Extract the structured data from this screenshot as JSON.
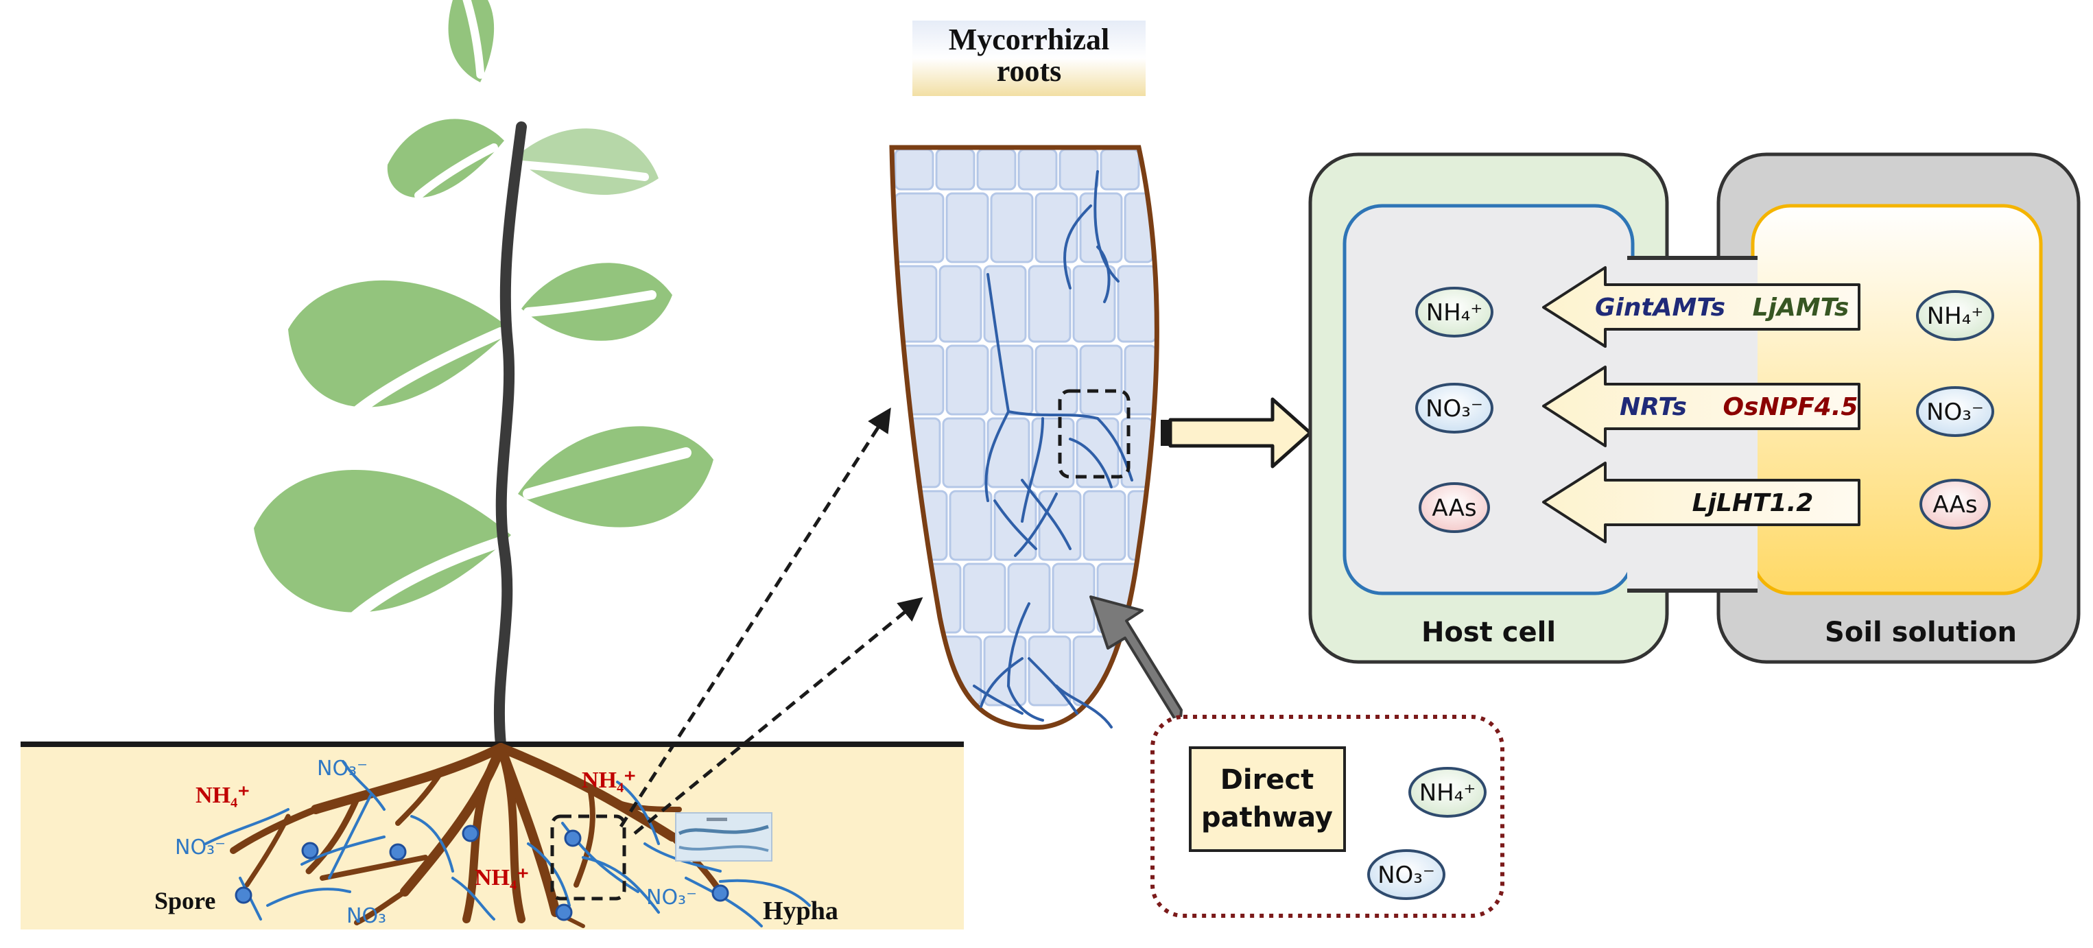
{
  "title": {
    "line1": "Mycorrhizal",
    "line2": "roots"
  },
  "soil": {
    "labels": {
      "nh4_a": "NH₄⁺",
      "no3_a": "NO₃⁻",
      "no3_b": "NO₃⁻",
      "nh4_b": "NH₄⁺",
      "nh4_c": "NH₄⁺",
      "no3_c": "NO₃",
      "no3_d": "NO₃⁻",
      "spore": "Spore",
      "hypha": "Hypha"
    }
  },
  "panel": {
    "host_cell": "Host cell",
    "soil_solution": "Soil solution",
    "ions_host": [
      "NH₄⁺",
      "NO₃⁻",
      "AAs"
    ],
    "ions_soil": [
      "NH₄⁺",
      "NO₃⁻",
      "AAs"
    ],
    "transporters": [
      {
        "fungal": "GintAMTs",
        "plant": "LjAMTs"
      },
      {
        "fungal": "NRTs",
        "plant": "OsNPF4.5"
      },
      {
        "fungal": "",
        "plant": "LjLHT1.2"
      }
    ]
  },
  "direct": {
    "line1": "Direct",
    "line2": "pathway",
    "ion1": "NH₄⁺",
    "ion2": "NO₃⁻"
  },
  "colors": {
    "leaf": "#93c47d",
    "leaf_light": "#b6d7a8",
    "stem": "#3a3a3a",
    "soil": "#fdf0c9",
    "root": "#7a3e14",
    "hypha": "#2f78c4",
    "nh4_text": "#c00000",
    "no3_text": "#2f78c4",
    "host_fill": "#e2efda",
    "cell_fill": "#ebebed",
    "cell_border": "#2e75b6",
    "soil_panel": "#d0d0d0",
    "soil_inner": "#ffe699",
    "soil_inner_border": "#f4b400",
    "arrow_fill": "#fef6d2",
    "fungal_text": "#1f2a78",
    "plant_text_green": "#375623",
    "plant_text_red": "#8b0000",
    "direct_border": "#7b1a1a"
  }
}
